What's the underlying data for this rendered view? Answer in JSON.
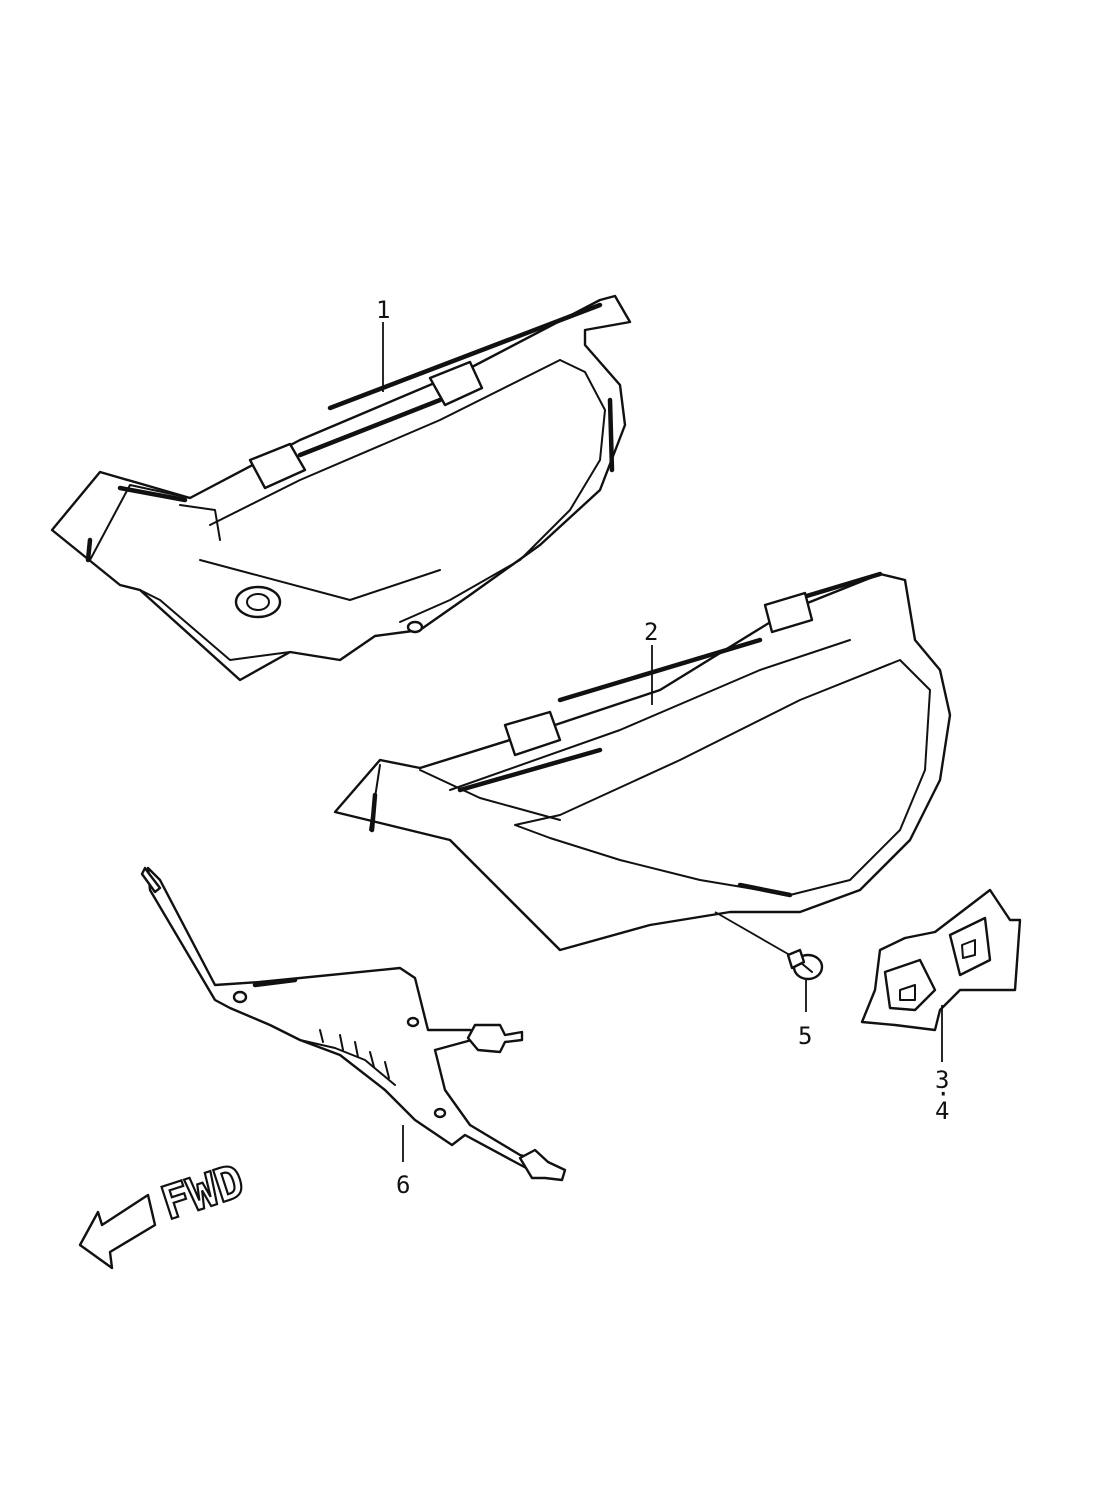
{
  "callouts": {
    "part1": "1",
    "part2": "2",
    "part3": "3",
    "part4": "4",
    "part5": "5",
    "part6": "6",
    "separator": "·"
  },
  "direction_label": "FWD",
  "colors": {
    "line": "#111111",
    "background": "#ffffff"
  }
}
